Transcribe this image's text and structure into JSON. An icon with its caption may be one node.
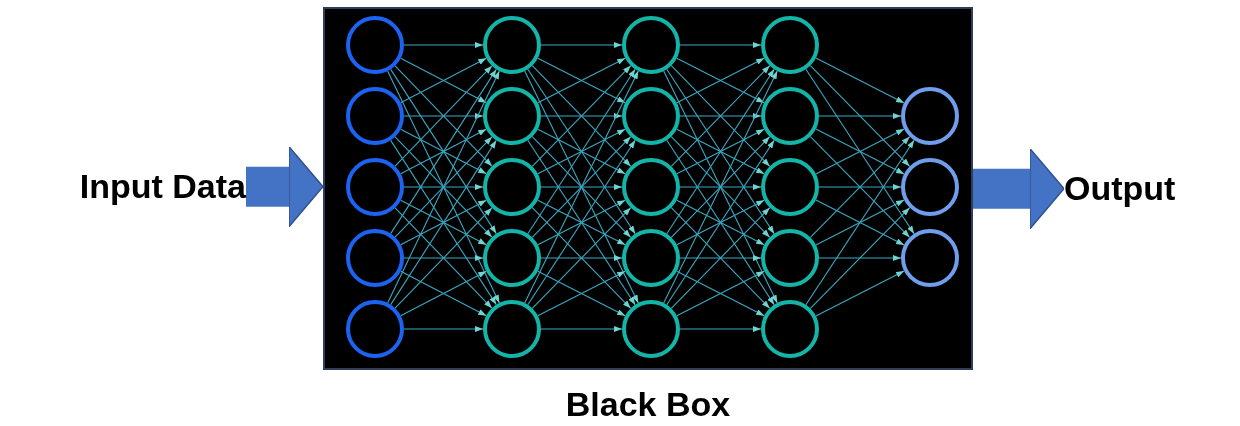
{
  "diagram": {
    "nodes": [
      {
        "text": [
          "Input Data"
        ]
      },
      {
        "text": [
          "Black Box"
        ]
      },
      {
        "text": [],
        "shape": "circle",
        "in": 1
      },
      {
        "text": [],
        "shape": "circle",
        "in": 1
      },
      {
        "text": [],
        "shape": "circle",
        "in": 1
      },
      {
        "text": [],
        "shape": "circle",
        "in": 1
      },
      {
        "text": [],
        "shape": "circle",
        "in": 1
      },
      {
        "text": [],
        "shape": "circle",
        "in": 1
      },
      {
        "text": [],
        "shape": "circle",
        "in": 1
      },
      {
        "text": [],
        "shape": "circle",
        "in": 1
      },
      {
        "text": [],
        "shape": "circle",
        "in": 1
      },
      {
        "text": [],
        "shape": "circle",
        "in": 1
      },
      {
        "text": [],
        "shape": "circle",
        "in": 1
      },
      {
        "text": [],
        "shape": "circle",
        "in": 1
      },
      {
        "text": [],
        "shape": "circle",
        "in": 1
      },
      {
        "text": [],
        "shape": "circle",
        "in": 1
      },
      {
        "text": [],
        "shape": "circle",
        "in": 1
      },
      {
        "text": [],
        "shape": "circle",
        "in": 1
      },
      {
        "text": [],
        "shape": "circle",
        "in": 1
      },
      {
        "text": [],
        "shape": "circle",
        "in": 1
      },
      {
        "text": [],
        "shape": "circle",
        "in": 1
      },
      {
        "text": [],
        "shape": "circle",
        "in": 1
      },
      {
        "text": [],
        "shape": "circle",
        "in": 1
      },
      {
        "text": [],
        "shape": "circle",
        "in": 1
      },
      {
        "text": [],
        "shape": "circle",
        "in": 1
      },
      {
        "text": [
          "Output"
        ]
      }
    ],
    "edges": [
      {
        "from": 0,
        "to": 1,
        "arrow": "to",
        "style": "thick"
      },
      {
        "from": 1,
        "to": 25,
        "arrow": "to",
        "style": "thick"
      },
      {
        "from": 2,
        "to": 7,
        "arrow": "to"
      },
      {
        "from": 2,
        "to": 8,
        "arrow": "to"
      },
      {
        "from": 2,
        "to": 9,
        "arrow": "to"
      },
      {
        "from": 2,
        "to": 10,
        "arrow": "to"
      },
      {
        "from": 2,
        "to": 11,
        "arrow": "to"
      },
      {
        "from": 3,
        "to": 7,
        "arrow": "to"
      },
      {
        "from": 3,
        "to": 8,
        "arrow": "to"
      },
      {
        "from": 3,
        "to": 9,
        "arrow": "to"
      },
      {
        "from": 3,
        "to": 10,
        "arrow": "to"
      },
      {
        "from": 3,
        "to": 11,
        "arrow": "to"
      },
      {
        "from": 4,
        "to": 7,
        "arrow": "to"
      },
      {
        "from": 4,
        "to": 8,
        "arrow": "to"
      },
      {
        "from": 4,
        "to": 9,
        "arrow": "to"
      },
      {
        "from": 4,
        "to": 10,
        "arrow": "to"
      },
      {
        "from": 4,
        "to": 11,
        "arrow": "to"
      },
      {
        "from": 5,
        "to": 7,
        "arrow": "to"
      },
      {
        "from": 5,
        "to": 8,
        "arrow": "to"
      },
      {
        "from": 5,
        "to": 9,
        "arrow": "to"
      },
      {
        "from": 5,
        "to": 10,
        "arrow": "to"
      },
      {
        "from": 5,
        "to": 11,
        "arrow": "to"
      },
      {
        "from": 6,
        "to": 7,
        "arrow": "to"
      },
      {
        "from": 6,
        "to": 8,
        "arrow": "to"
      },
      {
        "from": 6,
        "to": 9,
        "arrow": "to"
      },
      {
        "from": 6,
        "to": 10,
        "arrow": "to"
      },
      {
        "from": 6,
        "to": 11,
        "arrow": "to"
      },
      {
        "from": 7,
        "to": 12,
        "arrow": "to"
      },
      {
        "from": 7,
        "to": 13,
        "arrow": "to"
      },
      {
        "from": 7,
        "to": 14,
        "arrow": "to"
      },
      {
        "from": 7,
        "to": 15,
        "arrow": "to"
      },
      {
        "from": 7,
        "to": 16,
        "arrow": "to"
      },
      {
        "from": 8,
        "to": 12,
        "arrow": "to"
      },
      {
        "from": 8,
        "to": 13,
        "arrow": "to"
      },
      {
        "from": 8,
        "to": 14,
        "arrow": "to"
      },
      {
        "from": 8,
        "to": 15,
        "arrow": "to"
      },
      {
        "from": 8,
        "to": 16,
        "arrow": "to"
      },
      {
        "from": 9,
        "to": 12,
        "arrow": "to"
      },
      {
        "from": 9,
        "to": 13,
        "arrow": "to"
      },
      {
        "from": 9,
        "to": 14,
        "arrow": "to"
      },
      {
        "from": 9,
        "to": 15,
        "arrow": "to"
      },
      {
        "from": 9,
        "to": 16,
        "arrow": "to"
      },
      {
        "from": 10,
        "to": 12,
        "arrow": "to"
      },
      {
        "from": 10,
        "to": 13,
        "arrow": "to"
      },
      {
        "from": 10,
        "to": 14,
        "arrow": "to"
      },
      {
        "from": 10,
        "to": 15,
        "arrow": "to"
      },
      {
        "from": 10,
        "to": 16,
        "arrow": "to"
      },
      {
        "from": 11,
        "to": 12,
        "arrow": "to"
      },
      {
        "from": 11,
        "to": 13,
        "arrow": "to"
      },
      {
        "from": 11,
        "to": 14,
        "arrow": "to"
      },
      {
        "from": 11,
        "to": 15,
        "arrow": "to"
      },
      {
        "from": 11,
        "to": 16,
        "arrow": "to"
      },
      {
        "from": 12,
        "to": 17,
        "arrow": "to"
      },
      {
        "from": 12,
        "to": 18,
        "arrow": "to"
      },
      {
        "from": 12,
        "to": 19,
        "arrow": "to"
      },
      {
        "from": 12,
        "to": 20,
        "arrow": "to"
      },
      {
        "from": 12,
        "to": 21,
        "arrow": "to"
      },
      {
        "from": 13,
        "to": 17,
        "arrow": "to"
      },
      {
        "from": 13,
        "to": 18,
        "arrow": "to"
      },
      {
        "from": 13,
        "to": 19,
        "arrow": "to"
      },
      {
        "from": 13,
        "to": 20,
        "arrow": "to"
      },
      {
        "from": 13,
        "to": 21,
        "arrow": "to"
      },
      {
        "from": 14,
        "to": 17,
        "arrow": "to"
      },
      {
        "from": 14,
        "to": 18,
        "arrow": "to"
      },
      {
        "from": 14,
        "to": 19,
        "arrow": "to"
      },
      {
        "from": 14,
        "to": 20,
        "arrow": "to"
      },
      {
        "from": 14,
        "to": 21,
        "arrow": "to"
      },
      {
        "from": 15,
        "to": 17,
        "arrow": "to"
      },
      {
        "from": 15,
        "to": 18,
        "arrow": "to"
      },
      {
        "from": 15,
        "to": 19,
        "arrow": "to"
      },
      {
        "from": 15,
        "to": 20,
        "arrow": "to"
      },
      {
        "from": 15,
        "to": 21,
        "arrow": "to"
      },
      {
        "from": 16,
        "to": 17,
        "arrow": "to"
      },
      {
        "from": 16,
        "to": 18,
        "arrow": "to"
      },
      {
        "from": 16,
        "to": 19,
        "arrow": "to"
      },
      {
        "from": 16,
        "to": 20,
        "arrow": "to"
      },
      {
        "from": 16,
        "to": 21,
        "arrow": "to"
      },
      {
        "from": 17,
        "to": 22,
        "arrow": "to"
      },
      {
        "from": 17,
        "to": 23,
        "arrow": "to"
      },
      {
        "from": 17,
        "to": 24,
        "arrow": "to"
      },
      {
        "from": 18,
        "to": 22,
        "arrow": "to"
      },
      {
        "from": 18,
        "to": 23,
        "arrow": "to"
      },
      {
        "from": 18,
        "to": 24,
        "arrow": "to"
      },
      {
        "from": 19,
        "to": 22,
        "arrow": "to"
      },
      {
        "from": 19,
        "to": 23,
        "arrow": "to"
      },
      {
        "from": 19,
        "to": 24,
        "arrow": "to"
      },
      {
        "from": 20,
        "to": 22,
        "arrow": "to"
      },
      {
        "from": 20,
        "to": 23,
        "arrow": "to"
      },
      {
        "from": 20,
        "to": 24,
        "arrow": "to"
      },
      {
        "from": 21,
        "to": 22,
        "arrow": "to"
      },
      {
        "from": 21,
        "to": 23,
        "arrow": "to"
      },
      {
        "from": 21,
        "to": 24,
        "arrow": "to"
      }
    ]
  }
}
